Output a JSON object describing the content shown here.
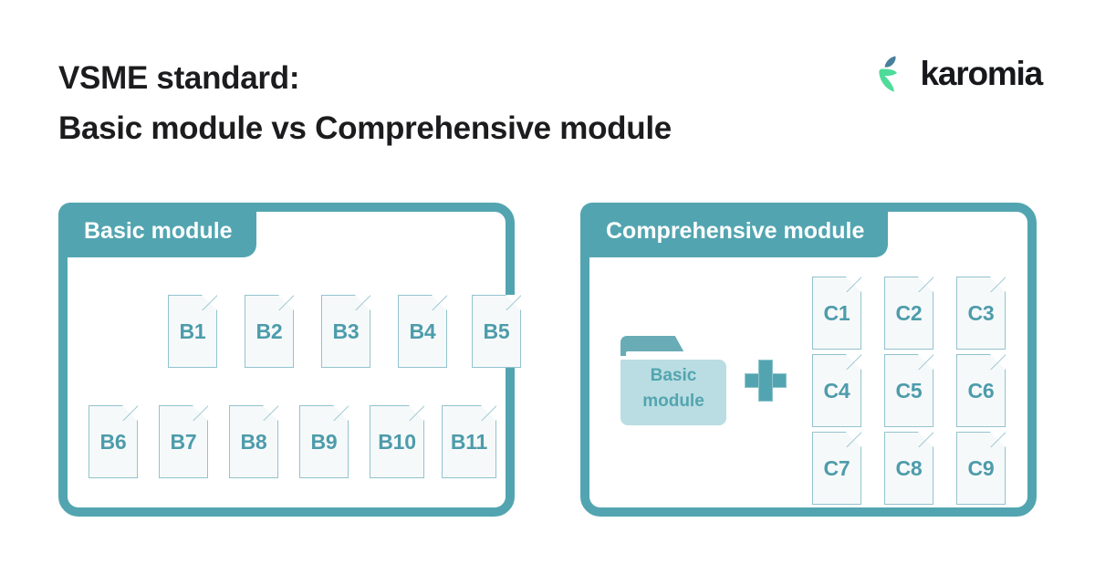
{
  "header": {
    "title_line1": "VSME standard:",
    "title_line2": "Basic module vs Comprehensive module",
    "brand": "karomia"
  },
  "colors": {
    "teal": "#52a5b0",
    "teal_text": "#4d9cab",
    "doc_fill": "#f6f9fa",
    "doc_border": "#93c3cd",
    "folder_fill": "#b9dde2",
    "folder_tab": "#6aacb6",
    "logo_green": "#4fdc9a",
    "logo_blue": "#4a7f9b",
    "title_color": "#1c1c1e",
    "background": "#ffffff"
  },
  "panels": [
    {
      "id": "basic",
      "tab_label": "Basic module",
      "rows": [
        {
          "labels": [
            "B1",
            "B2",
            "B3",
            "B4",
            "B5"
          ]
        },
        {
          "labels": [
            "B6",
            "B7",
            "B8",
            "B9",
            "B10",
            "B11"
          ]
        }
      ]
    },
    {
      "id": "comprehensive",
      "tab_label": "Comprehensive module",
      "folder": {
        "line1": "Basic",
        "line2": "module"
      },
      "operator": "plus",
      "rows": [
        {
          "labels": [
            "C1",
            "C2",
            "C3"
          ]
        },
        {
          "labels": [
            "C4",
            "C5",
            "C6"
          ]
        },
        {
          "labels": [
            "C7",
            "C8",
            "C9"
          ]
        }
      ]
    }
  ]
}
